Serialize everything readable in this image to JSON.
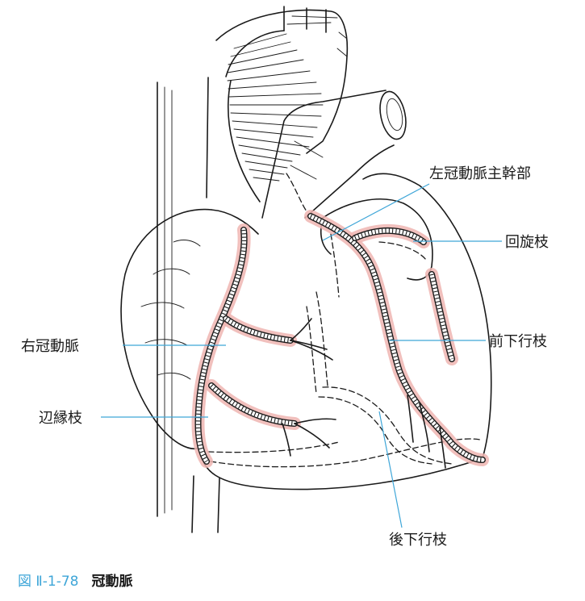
{
  "labels": {
    "lca_trunk": "左冠動脈主幹部",
    "circumflex": "回旋枝",
    "rca": "右冠動脈",
    "lad": "前下行枝",
    "marginal": "辺縁枝",
    "pda": "後下行枝"
  },
  "caption": {
    "figure_number": "図 Ⅱ-1-78",
    "title": "冠動脈"
  },
  "colors": {
    "leader_line": "#3fa6d8",
    "artery_highlight": "#efb5b1",
    "ink": "#1a1a1a"
  }
}
